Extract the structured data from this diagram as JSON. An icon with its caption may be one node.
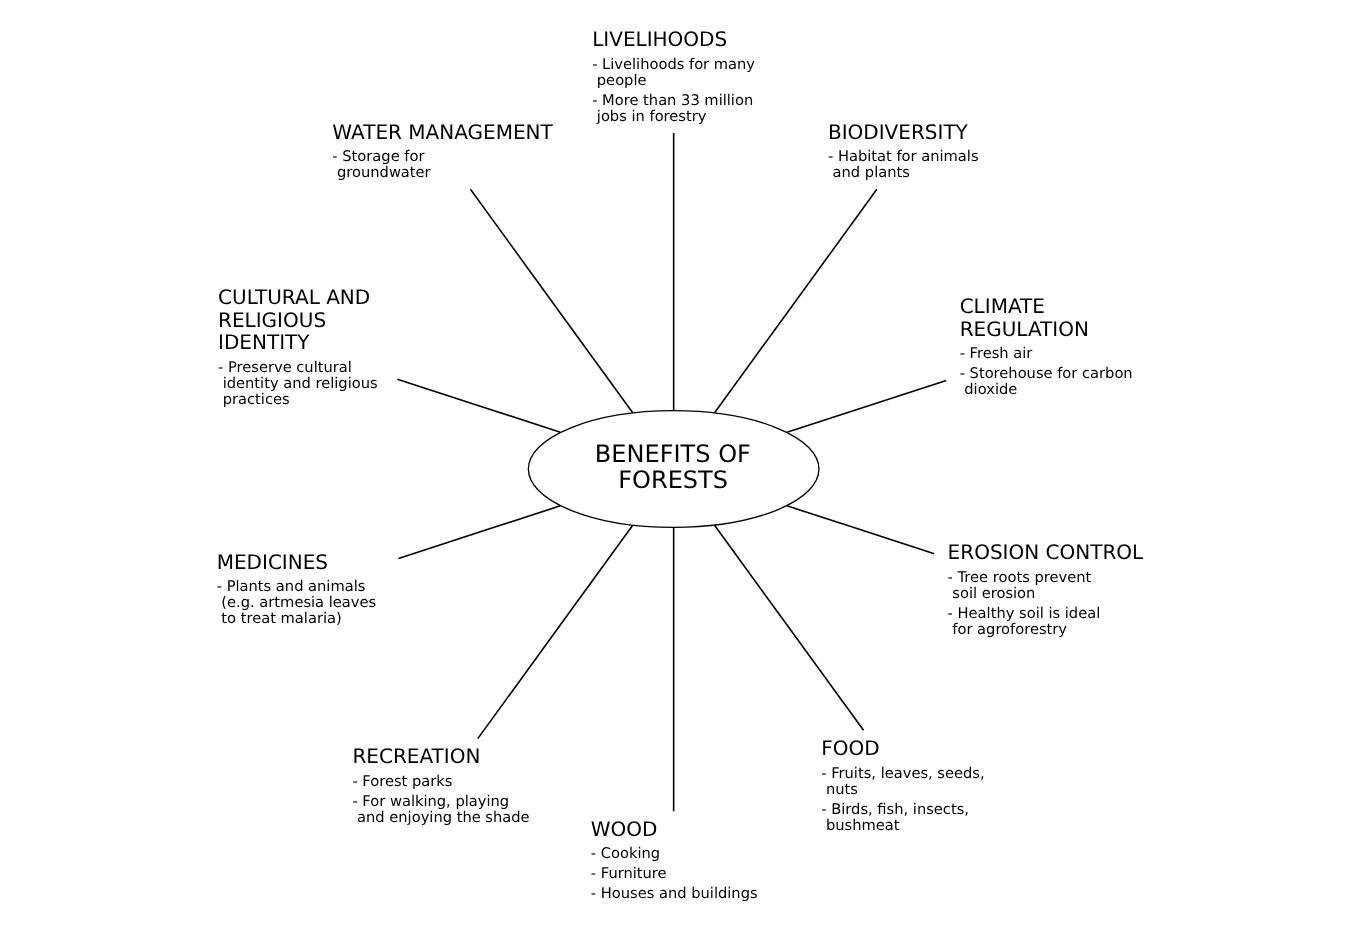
{
  "diagram": {
    "nodes": [
      {
        "text": [
          "BENEFITS OF FORESTS"
        ]
      },
      {
        "text": [
          "CLIMATE REGULATION",
          "- Fresh air",
          "- Storehouse for carbon dioxide"
        ]
      },
      {
        "text": [
          "BIODIVERSITY",
          "- Habitat for animals and plants"
        ]
      },
      {
        "text": [
          "LIVELIHOODS",
          "- Livelihoods for many people",
          "- More than 33 million jobs in forestry"
        ]
      },
      {
        "text": [
          "WATER MANAGEMENT",
          "- Storage for groundwater"
        ]
      },
      {
        "text": [
          "CULTURAL AND RELIGIOUS IDENTITY",
          "- Preserve cultural identity and religious practices"
        ]
      },
      {
        "text": [
          "MEDICINES",
          "- Plants and animals (e.g. artmesia leaves to treat malaria)"
        ]
      },
      {
        "text": [
          "RECREATION",
          "- Forest parks",
          "- For walking, playing and enjoying the shade"
        ]
      },
      {
        "text": [
          "WOOD",
          "- Cooking",
          "- Furniture",
          "- Houses and buildings"
        ]
      },
      {
        "text": [
          "FOOD",
          "- Fruits, leaves, seeds, nuts",
          "- Birds, fish, insects, bushmeat"
        ]
      },
      {
        "text": [
          "EROSION CONTROL",
          "- Tree roots prevent soil erosion",
          "- Healthy soil is ideal for agroforestry"
        ]
      }
    ],
    "edges": [
      {
        "from": 0,
        "to": 1,
        "arrow": "none"
      },
      {
        "from": 0,
        "to": 2,
        "arrow": "none"
      },
      {
        "from": 0,
        "to": 3,
        "arrow": "none"
      },
      {
        "from": 0,
        "to": 4,
        "arrow": "none"
      },
      {
        "from": 0,
        "to": 5,
        "arrow": "none"
      },
      {
        "from": 0,
        "to": 6,
        "arrow": "none"
      },
      {
        "from": 0,
        "to": 7,
        "arrow": "none"
      },
      {
        "from": 0,
        "to": 8,
        "arrow": "none"
      },
      {
        "from": 0,
        "to": 9,
        "arrow": "none"
      },
      {
        "from": 0,
        "to": 10,
        "arrow": "none"
      }
    ]
  }
}
